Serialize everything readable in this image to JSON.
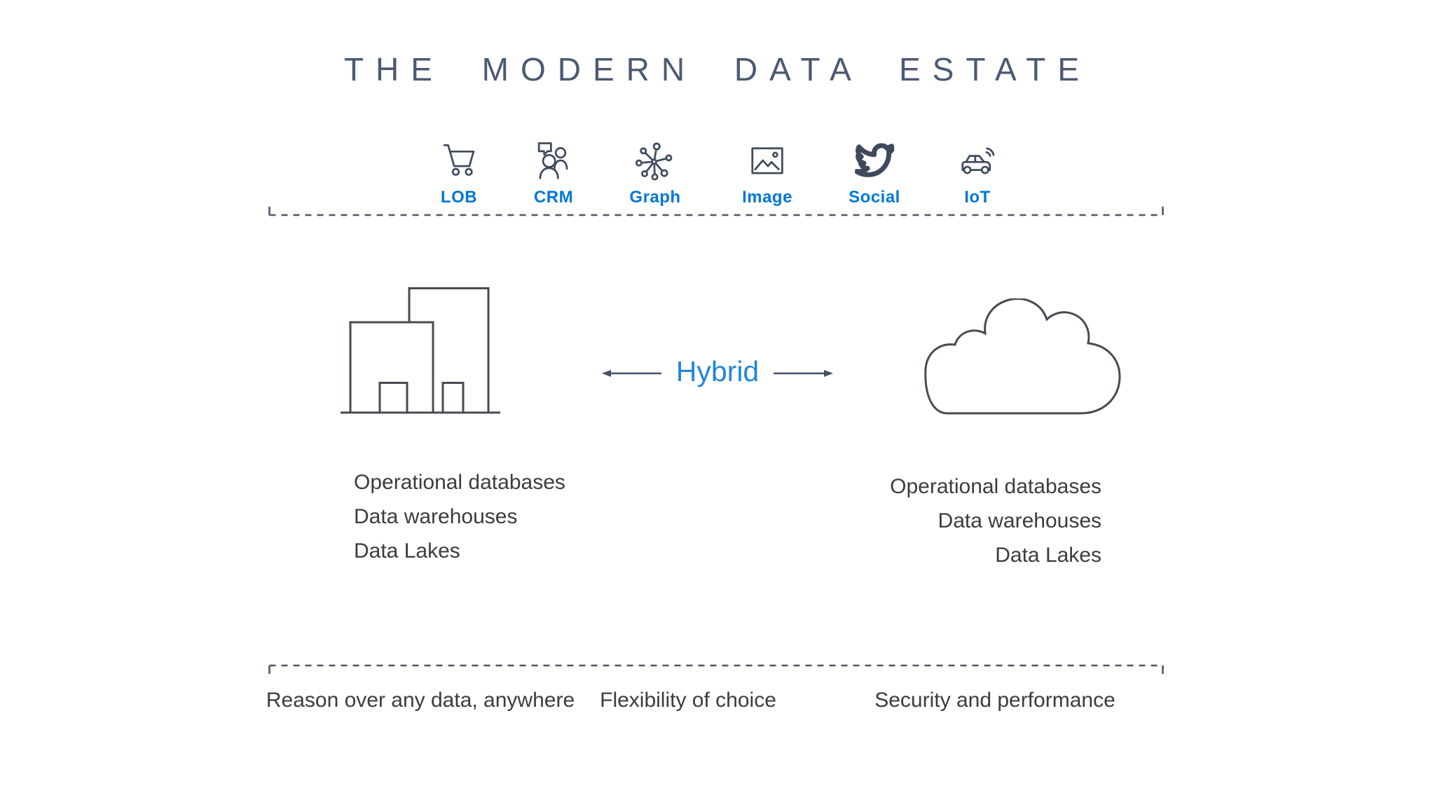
{
  "title": "THE MODERN DATA ESTATE",
  "sources": {
    "items": [
      {
        "icon": "cart-icon",
        "label": "LOB"
      },
      {
        "icon": "people-chat-icon",
        "label": "CRM"
      },
      {
        "icon": "graph-network-icon",
        "label": "Graph"
      },
      {
        "icon": "image-icon",
        "label": "Image"
      },
      {
        "icon": "twitter-bird-icon",
        "label": "Social"
      },
      {
        "icon": "connected-car-icon",
        "label": "IoT"
      }
    ]
  },
  "hybrid": {
    "label": "Hybrid"
  },
  "on_premises": {
    "items": [
      "Operational databases",
      "Data warehouses",
      "Data Lakes"
    ]
  },
  "cloud": {
    "items": [
      "Operational databases",
      "Data warehouses",
      "Data Lakes"
    ]
  },
  "footer": {
    "items": [
      "Reason over any data, anywhere",
      "Flexibility of choice",
      "Security and performance"
    ]
  },
  "colors": {
    "accent_blue": "#0078d4",
    "hybrid_blue": "#2287d7",
    "title_slate": "#4b5a73",
    "icon_stroke": "#3e4a5c",
    "structure_stroke": "#474b52",
    "body_text": "#3c3c3e",
    "dash_line": "#4e5663"
  }
}
